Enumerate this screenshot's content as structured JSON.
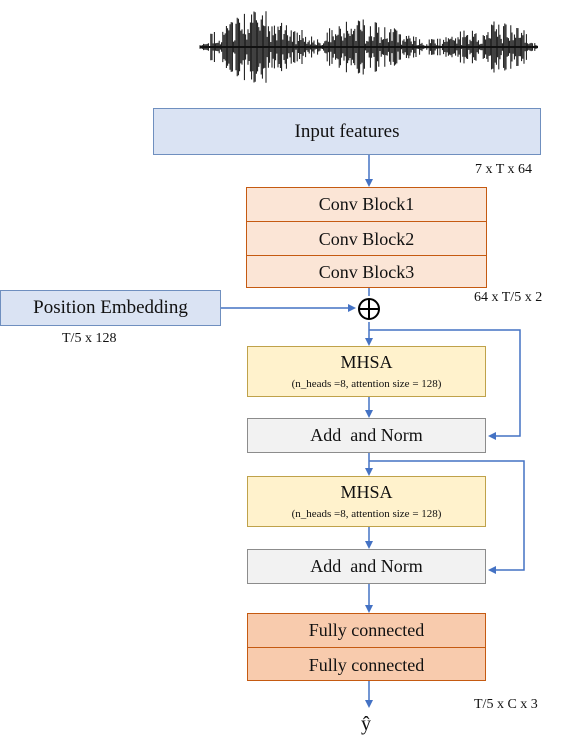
{
  "input": {
    "label": "Input features",
    "dim": "7 x T x 64"
  },
  "conv": {
    "blocks": [
      "Conv Block1",
      "Conv Block2",
      "Conv Block3"
    ],
    "dim": "64 x T/5 x 2"
  },
  "position": {
    "label": "Position Embedding",
    "dim": "T/5 x 128"
  },
  "add_symbol": "⊕",
  "mhsa1": {
    "title": "MHSA",
    "params": "(n_heads =8, attention size = 128)"
  },
  "addnorm1": {
    "label": "Add  and Norm"
  },
  "mhsa2": {
    "title": "MHSA",
    "params": "(n_heads =8, attention size = 128)"
  },
  "addnorm2": {
    "label": "Add  and Norm"
  },
  "fc": {
    "layers": [
      "Fully connected",
      "Fully connected"
    ],
    "dim": "T/5 x C x 3"
  },
  "output": {
    "label": "ŷ"
  },
  "colors": {
    "arrow": "#4472c4",
    "input_fill": "#dae3f3",
    "conv_fill": "#fbe5d6",
    "mhsa_fill": "#fff2cc",
    "addnorm_fill": "#f2f2f2",
    "fc_fill": "#f8cbad"
  }
}
